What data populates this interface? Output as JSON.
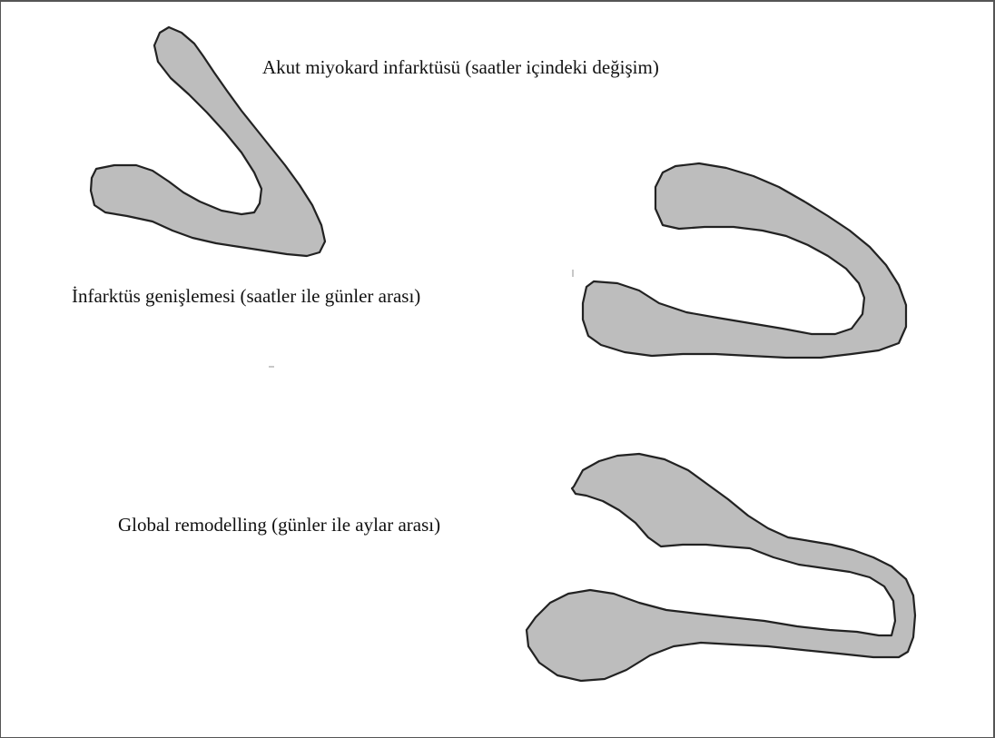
{
  "stages": [
    {
      "label": "Akut miyokard infarktüsü (saatler içindeki değişim)"
    },
    {
      "label": "İnfarktüs genişlemesi (saatler ile günler arası)"
    },
    {
      "label": "Global remodelling (günler ile aylar arası)"
    }
  ],
  "colors": {
    "shape_fill": "#bdbdbd",
    "shape_outline": "#222222",
    "border": "#555555",
    "background": "#ffffff",
    "text": "#111111"
  }
}
